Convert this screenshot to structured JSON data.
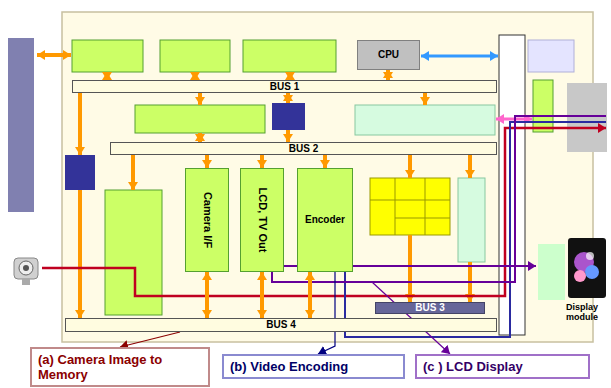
{
  "diagram": {
    "nodes": [
      {
        "text": [
          "CPU"
        ]
      },
      {
        "text": [
          "BUS 1"
        ]
      },
      {
        "text": [
          "BUS 2"
        ]
      },
      {
        "text": [
          "Camera I/F"
        ]
      },
      {
        "text": [
          "LCD, TV Out"
        ]
      },
      {
        "text": [
          "Encoder"
        ]
      },
      {
        "text": [
          "BUS 3"
        ]
      },
      {
        "text": [
          "BUS 4"
        ]
      },
      {
        "text": [
          "(a) Camera Image to Memory"
        ]
      },
      {
        "text": [
          "(b) Video Encoding"
        ]
      },
      {
        "text": [
          "(c ) LCD Display"
        ]
      }
    ],
    "edges": [
      {
        "from": 0,
        "to": 1,
        "arrow": "both"
      },
      {
        "from": 2,
        "to": 3,
        "arrow": "to"
      },
      {
        "from": 2,
        "to": 4,
        "arrow": "to"
      },
      {
        "from": 2,
        "to": 5,
        "arrow": "to"
      },
      {
        "from": 3,
        "to": 7,
        "arrow": "both"
      },
      {
        "from": 4,
        "to": 7,
        "arrow": "both"
      },
      {
        "from": 5,
        "to": 7,
        "arrow": "both"
      },
      {
        "from": 7,
        "to": 8,
        "arrow": "to"
      },
      {
        "from": 5,
        "to": 9,
        "arrow": "to"
      }
    ],
    "labels": [
      "Display module"
    ]
  }
}
